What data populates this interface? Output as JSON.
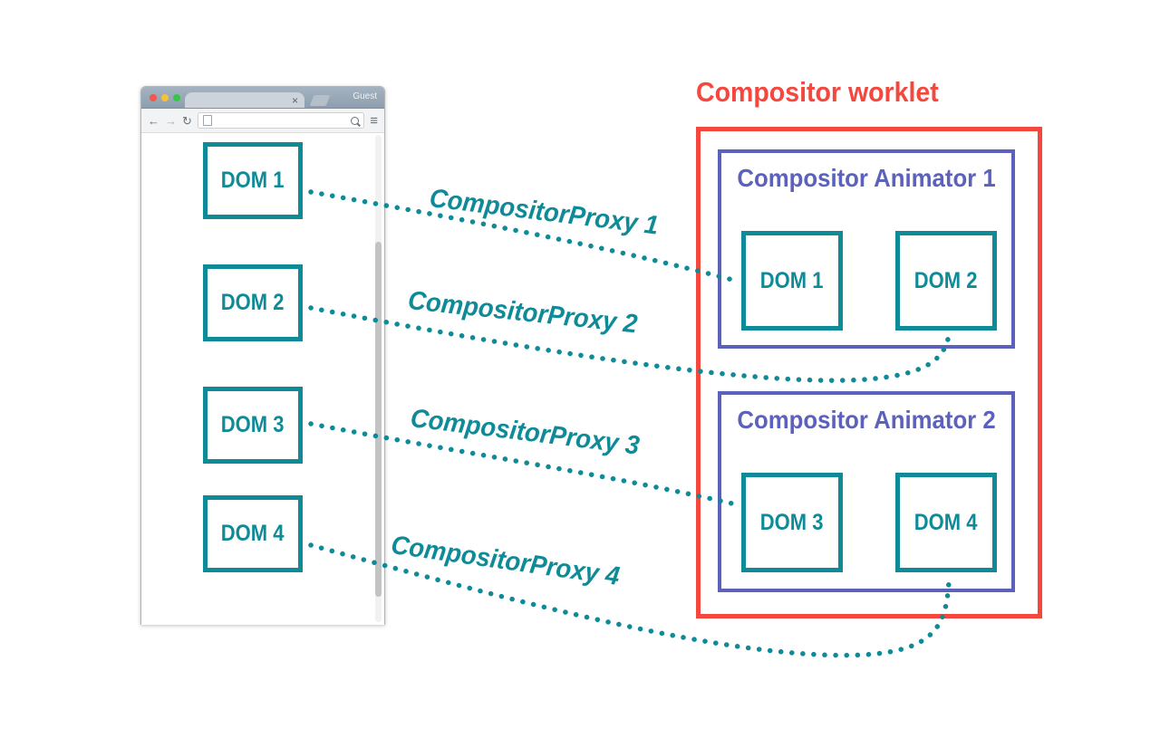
{
  "colors": {
    "teal": "#0f8b98",
    "red": "#f4473d",
    "purple": "#5c61bc",
    "titlebar": "#92a2b1"
  },
  "browser": {
    "window": {
      "profile_label": "Guest",
      "tab_close_icon": "×"
    },
    "toolbar": {
      "back_icon": "←",
      "forward_icon": "→",
      "reload_icon": "↻",
      "menu_icon": "≡"
    },
    "dom_boxes": [
      {
        "label": "DOM 1"
      },
      {
        "label": "DOM 2"
      },
      {
        "label": "DOM 3"
      },
      {
        "label": "DOM 4"
      }
    ]
  },
  "worklet": {
    "title": "Compositor worklet",
    "animators": [
      {
        "title": "Compositor Animator 1",
        "dom_boxes": [
          {
            "label": "DOM 1"
          },
          {
            "label": "DOM 2"
          }
        ]
      },
      {
        "title": "Compositor Animator 2",
        "dom_boxes": [
          {
            "label": "DOM 3"
          },
          {
            "label": "DOM 4"
          }
        ]
      }
    ]
  },
  "proxies": [
    {
      "label": "CompositorProxy 1"
    },
    {
      "label": "CompositorProxy 2"
    },
    {
      "label": "CompositorProxy 3"
    },
    {
      "label": "CompositorProxy 4"
    }
  ]
}
